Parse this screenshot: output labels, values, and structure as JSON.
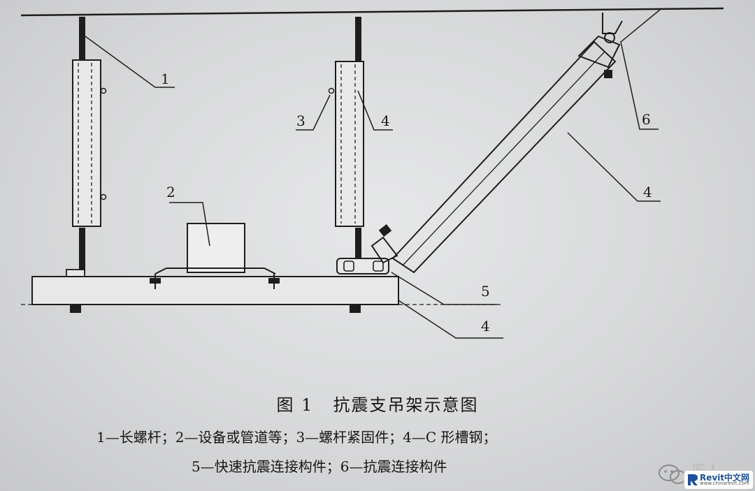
{
  "figure": {
    "number": "图 1",
    "title": "抗震支吊架示意图",
    "labels": [
      "1",
      "2",
      "3",
      "4",
      "4",
      "6",
      "5",
      "4"
    ]
  },
  "legend": {
    "line1": "1—长螺杆；2—设备或管道等；3—螺杆紧固件；4—C 形槽钢；",
    "line2": "5—快速抗震连接构件；6—抗震连接构件"
  },
  "watermark": {
    "brand": "Revit中文网",
    "url": "www.chinarevit.com",
    "faint": "匠人"
  }
}
